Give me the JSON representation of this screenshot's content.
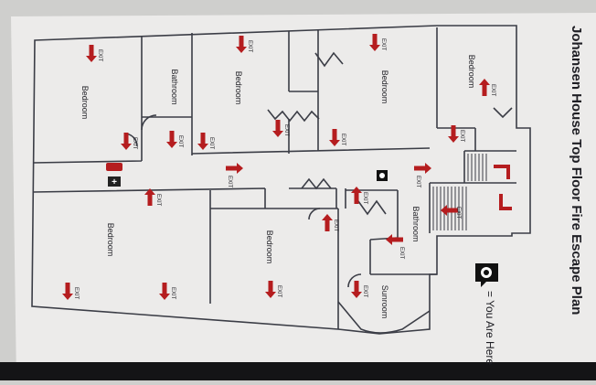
{
  "title": "Johansen House Top Floor Fire Escape Plan",
  "legend_text": "= You Are Here",
  "rooms": {
    "bedroom": "Bedroom",
    "bathroom": "Bathroom",
    "sunroom": "Sunroom"
  },
  "exit_label": "EXIT",
  "colors": {
    "screen": "#cfcfcd",
    "paper": "#eeeeed",
    "wall": "#3b3d46",
    "arrow": "#b51d1f",
    "bezel": "#141416"
  },
  "icons": {
    "you_are_here": "you-are-here-icon",
    "extinguisher": "fire-extinguisher-icon",
    "first_aid": "first-aid-icon",
    "exit_arrow": "exit-arrow-icon"
  }
}
